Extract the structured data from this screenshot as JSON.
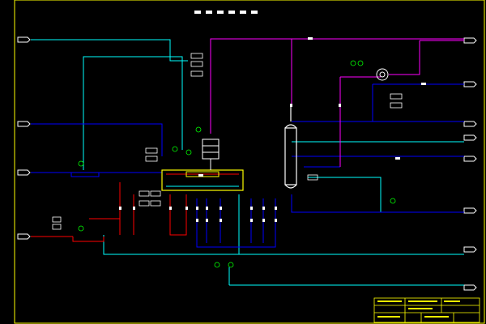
{
  "diagram": {
    "type": "process-flow (P&ID)",
    "colors": {
      "background": "#000000",
      "border": "#ffff00",
      "water": "#00ffff",
      "process": "#0000ff",
      "steam": "#ff00ff",
      "product": "#ff0000",
      "equipment": "#ffffff",
      "aux": "#00ff00"
    },
    "connections": {
      "left": [
        "feed-1",
        "feed-2",
        "feed-3",
        "feed-4"
      ],
      "right": [
        "out-1",
        "out-2",
        "out-3",
        "out-4",
        "out-5",
        "out-6",
        "out-7",
        "out-8"
      ]
    },
    "title_block": {
      "company": "",
      "drawing_title": "",
      "drawing_no": ""
    }
  }
}
